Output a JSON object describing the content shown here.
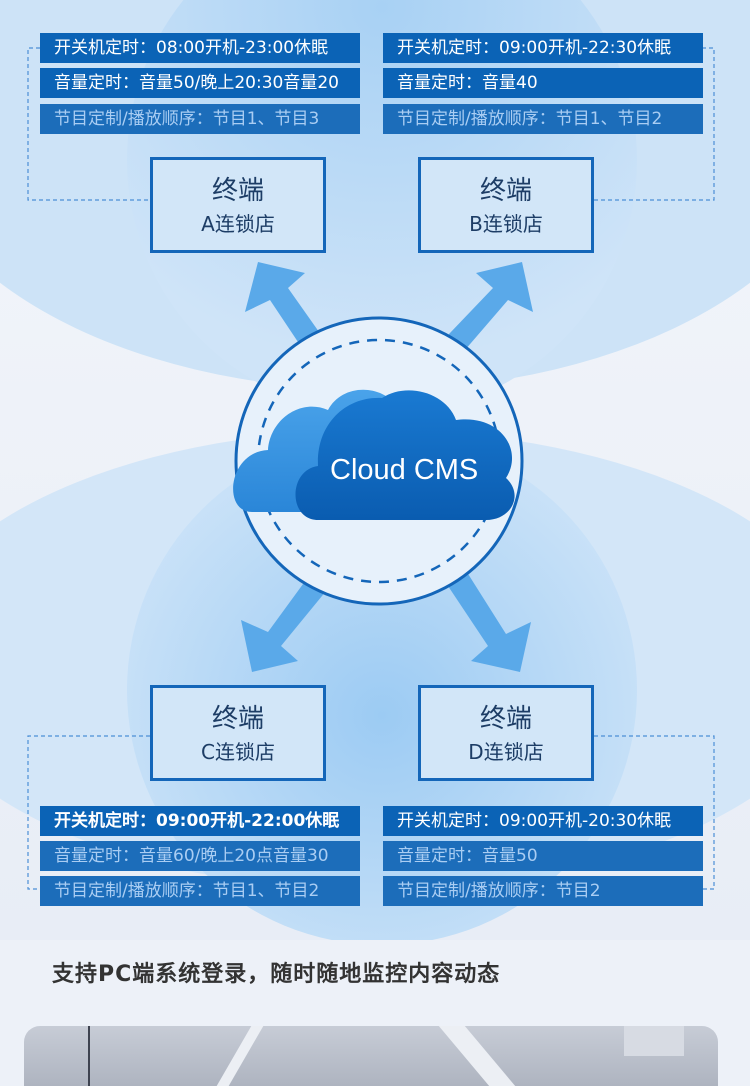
{
  "cloud": {
    "label": "Cloud CMS"
  },
  "terminals": {
    "a": {
      "name": "终端",
      "store": "A连锁店",
      "lines": [
        "开关机定时：08:00开机-23:00休眠",
        "音量定时：音量50/晚上20:30音量20",
        "节目定制/播放顺序：节目1、节目3"
      ]
    },
    "b": {
      "name": "终端",
      "store": "B连锁店",
      "lines": [
        "开关机定时：09:00开机-22:30休眠",
        "音量定时：音量40",
        "节目定制/播放顺序：节目1、节目2"
      ]
    },
    "c": {
      "name": "终端",
      "store": "C连锁店",
      "lines": [
        "开关机定时：09:00开机-22:00休眠",
        "音量定时：音量60/晚上20点音量30",
        "节目定制/播放顺序：节目1、节目2"
      ]
    },
    "d": {
      "name": "终端",
      "store": "D连锁店",
      "lines": [
        "开关机定时：09:00开机-20:30休眠",
        "音量定时：音量50",
        "节目定制/播放顺序：节目2"
      ]
    }
  },
  "caption": "支持PC端系统登录，随时随地监控内容动态",
  "colors": {
    "primary": "#0b63b6",
    "accent_light": "#a9cdf3",
    "arrow": "#5aa9e9"
  }
}
